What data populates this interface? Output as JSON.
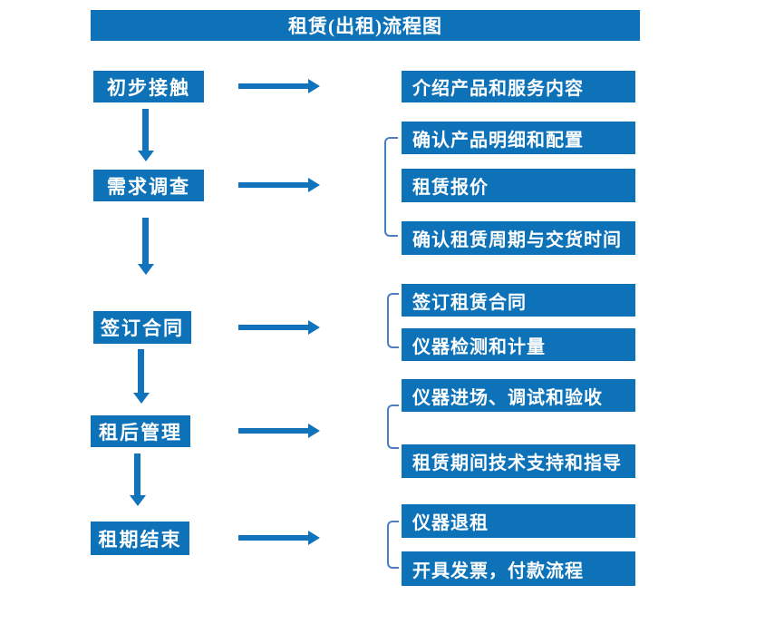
{
  "title": "租赁(出租)流程图",
  "colors": {
    "box_blue": "#0E72B8",
    "arrow_blue": "#1173BB",
    "bracket_blue": "#4A7FC0",
    "text_white": "#FFFFFF",
    "background": "#FFFFFF"
  },
  "steps": [
    {
      "label": "初步接触",
      "details": [
        "介绍产品和服务内容"
      ]
    },
    {
      "label": "需求调查",
      "details": [
        "确认产品明细和配置",
        "租赁报价",
        "确认租赁周期与交货时间"
      ]
    },
    {
      "label": "签订合同",
      "details": [
        "签订租赁合同",
        "仪器检测和计量"
      ]
    },
    {
      "label": "租后管理",
      "details": [
        "仪器进场、调试和验收",
        "租赁期间技术支持和指导"
      ]
    },
    {
      "label": "租期结束",
      "details": [
        "仪器退租",
        "开具发票，付款流程"
      ]
    }
  ]
}
